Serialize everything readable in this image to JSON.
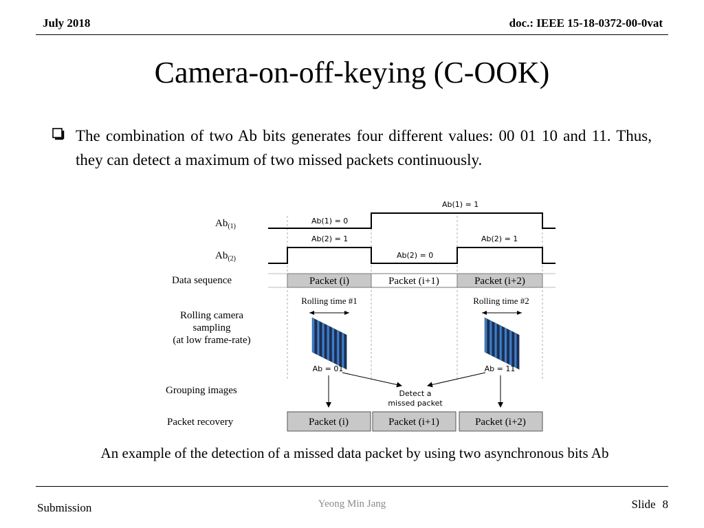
{
  "header": {
    "date": "July 2018",
    "doc": "doc.: IEEE 15-18-0372-00-0vat"
  },
  "title": "Camera-on-off-keying (C-OOK)",
  "bullet_text": "The combination of two Ab bits generates four different values: 00 01 10 and 11. Thus, they can detect a maximum of two missed packets continuously.",
  "diagram": {
    "row_labels": {
      "ab1": "Ab",
      "ab1_sub": "(1)",
      "ab2": "Ab",
      "ab2_sub": "(2)",
      "data_sequence": "Data sequence",
      "rolling_line1": "Rolling camera",
      "rolling_line2": "sampling",
      "rolling_line3": "(at low frame-rate)",
      "grouping": "Grouping images",
      "recovery": "Packet recovery"
    },
    "signal_labels": {
      "ab1_eq_0": "Ab(1) = 0",
      "ab1_eq_1": "Ab(1) = 1",
      "ab2_eq_1_left": "Ab(2) = 1",
      "ab2_eq_0": "Ab(2) = 0",
      "ab2_eq_1_right": "Ab(2) = 1"
    },
    "packets": [
      "Packet (i)",
      "Packet (i+1)",
      "Packet (i+2)"
    ],
    "rolling_time_1": "Rolling time #1",
    "rolling_time_2": "Rolling time #2",
    "ab_value_1": "Ab = 01",
    "ab_value_2": "Ab = 11",
    "detect_line1": "Detect a",
    "detect_line2": "missed packet",
    "colors": {
      "packet_fill": "#c8c8c8",
      "stripe_blue": "#3d7fc9",
      "stripe_dark": "#1b2f55"
    }
  },
  "caption": "An example of the detection of a missed data packet by using two asynchronous bits Ab",
  "footer": {
    "left": "Submission",
    "center": "Yeong Min Jang",
    "slide_label": "Slide",
    "slide_number": "8"
  }
}
